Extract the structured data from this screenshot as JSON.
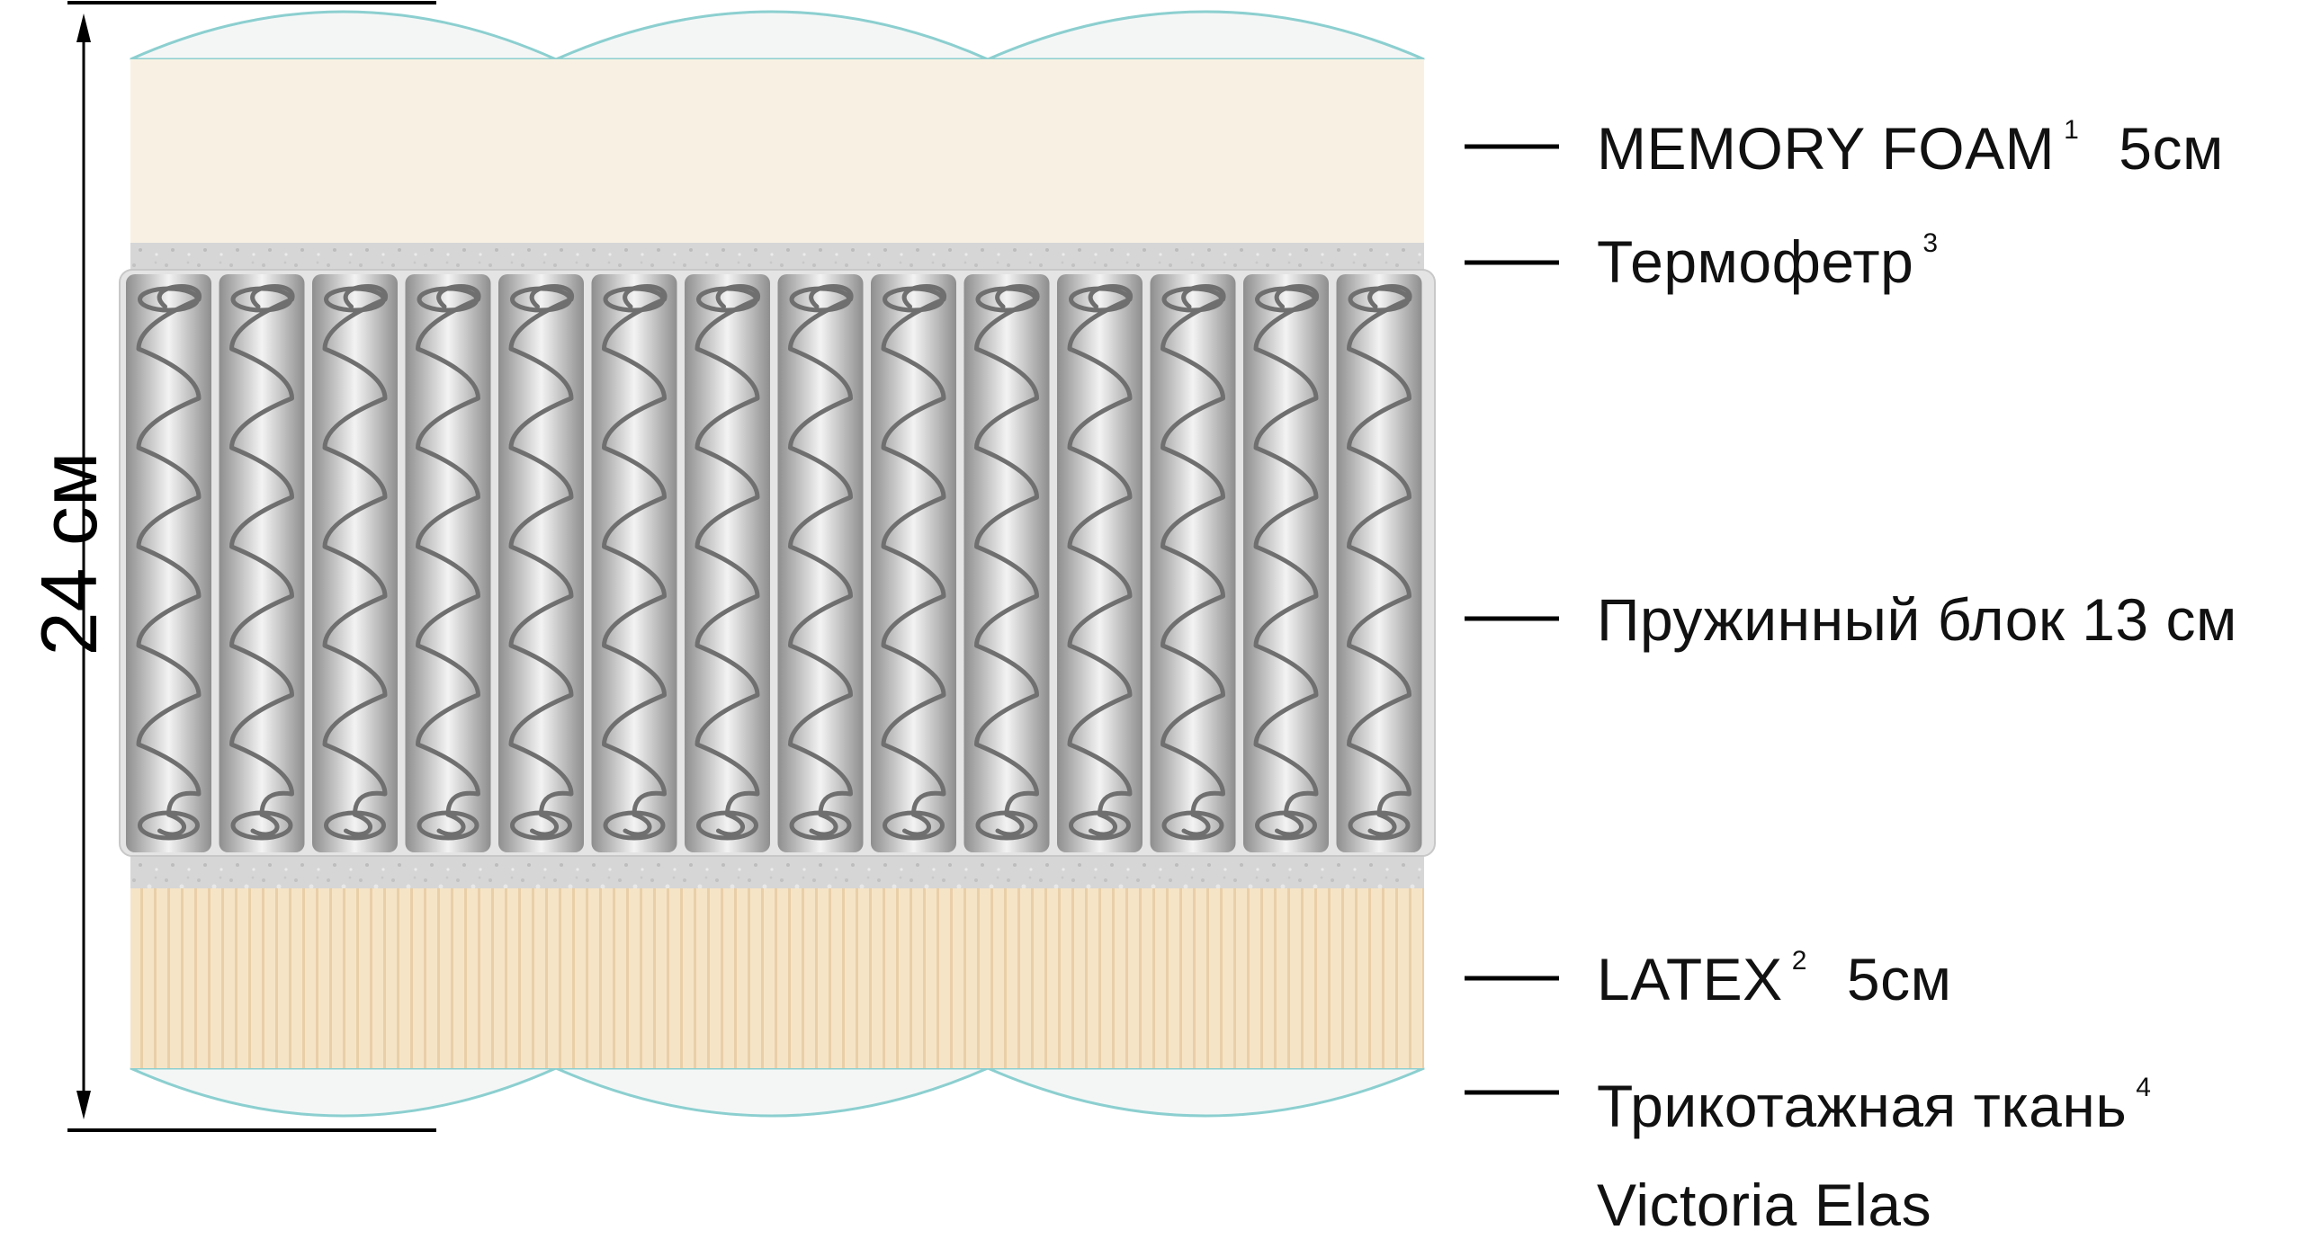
{
  "height_label": "24 см",
  "layers": [
    {
      "name": "MEMORY FOAM",
      "note": "1",
      "thickness": "5см"
    },
    {
      "name": "Термофетр",
      "note": "3"
    },
    {
      "name": "Пружинный блок 13 см"
    },
    {
      "name": "LATEX",
      "note": "2",
      "thickness": "5см"
    },
    {
      "name": "Трикотажная ткань",
      "note": "4",
      "name_line2": "Victoria Elas"
    }
  ],
  "colors": {
    "memory_foam": "#f8f1e3",
    "felt": "#d9d9d9",
    "spring_coil": "#6f6f6f",
    "latex_fill": "#f6e4c6",
    "latex_rib": "#e9cfa8",
    "fabric_outline": "#8ccfd0",
    "fabric_fill": "#f4f6f6"
  },
  "icons": [
    "spring-coil"
  ]
}
